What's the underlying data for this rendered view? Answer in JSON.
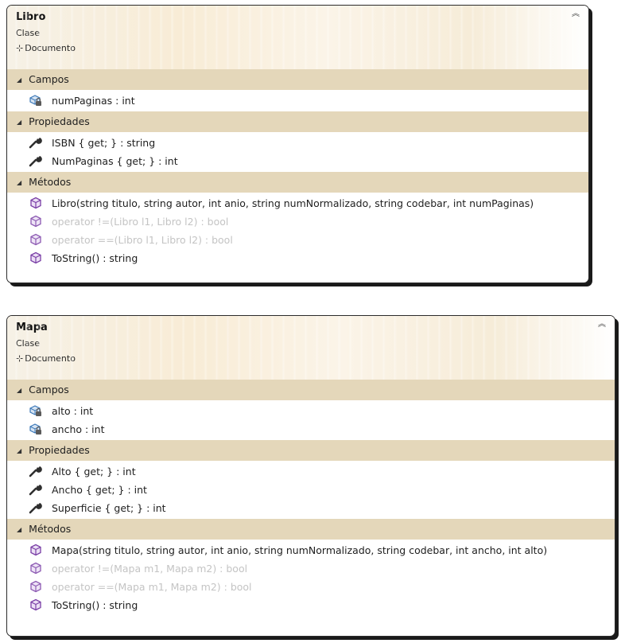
{
  "classes": [
    {
      "title": "Libro",
      "kind": "Clase",
      "base": "Documento",
      "collapse_icon": "double-chevron-up-icon",
      "sections": [
        {
          "label": "Campos",
          "members": [
            {
              "text": "numPaginas : int",
              "icon": "field-lock-icon",
              "disabled": false
            }
          ]
        },
        {
          "label": "Propiedades",
          "members": [
            {
              "text": "ISBN { get; } : string",
              "icon": "wrench-icon",
              "disabled": false
            },
            {
              "text": "NumPaginas { get; } : int",
              "icon": "wrench-icon",
              "disabled": false
            }
          ]
        },
        {
          "label": "Métodos",
          "members": [
            {
              "text": "Libro(string titulo, string autor, int anio, string numNormalizado, string codebar, int numPaginas)",
              "icon": "method-cube-icon",
              "disabled": false
            },
            {
              "text": "operator !=(Libro l1, Libro l2) : bool",
              "icon": "method-cube-icon",
              "disabled": true
            },
            {
              "text": "operator ==(Libro l1, Libro l2) : bool",
              "icon": "method-cube-icon",
              "disabled": true
            },
            {
              "text": "ToString() : string",
              "icon": "method-cube-icon",
              "disabled": false
            }
          ]
        }
      ]
    },
    {
      "title": "Mapa",
      "kind": "Clase",
      "base": "Documento",
      "collapse_icon": "double-chevron-up-icon",
      "sections": [
        {
          "label": "Campos",
          "members": [
            {
              "text": "alto : int",
              "icon": "field-lock-icon",
              "disabled": false
            },
            {
              "text": "ancho : int",
              "icon": "field-lock-icon",
              "disabled": false
            }
          ]
        },
        {
          "label": "Propiedades",
          "members": [
            {
              "text": "Alto { get; } : int",
              "icon": "wrench-icon",
              "disabled": false
            },
            {
              "text": "Ancho { get; } : int",
              "icon": "wrench-icon",
              "disabled": false
            },
            {
              "text": "Superficie { get; } : int",
              "icon": "wrench-icon",
              "disabled": false
            }
          ]
        },
        {
          "label": "Métodos",
          "members": [
            {
              "text": "Mapa(string titulo, string autor, int anio, string numNormalizado, string codebar, int ancho, int alto)",
              "icon": "method-cube-icon",
              "disabled": false
            },
            {
              "text": "operator !=(Mapa m1, Mapa m2) : bool",
              "icon": "method-cube-icon",
              "disabled": true
            },
            {
              "text": "operator ==(Mapa m1, Mapa m2) : bool",
              "icon": "method-cube-icon",
              "disabled": true
            },
            {
              "text": "ToString() : string",
              "icon": "method-cube-icon",
              "disabled": false
            }
          ]
        }
      ]
    }
  ],
  "colors": {
    "section_bg": "#e4d7ba",
    "header_bg": "#f7eedd",
    "disabled_text": "#c4c4c4",
    "method_icon": "#7a3fa6",
    "field_icon": "#3b78b8"
  }
}
